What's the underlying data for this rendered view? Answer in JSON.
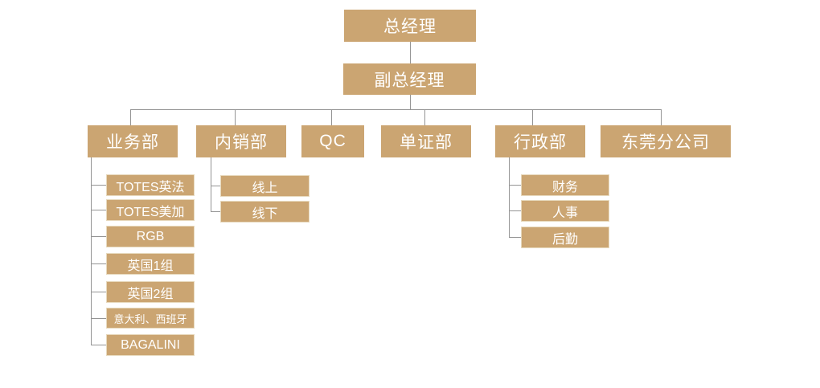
{
  "org_chart": {
    "type": "org-tree",
    "colors": {
      "node_fill": "#cba572",
      "node_text": "#ffffff",
      "connector": "#949494",
      "subnode_border": "#e7d9bd",
      "background": "#ffffff"
    },
    "root": {
      "label": "总经理"
    },
    "deputy": {
      "label": "副总经理"
    },
    "departments": [
      {
        "label": "业务部",
        "children": [
          "TOTES英法",
          "TOTES美加",
          "RGB",
          "英国1组",
          "英国2组",
          "意大利、西班牙",
          "BAGALINI"
        ]
      },
      {
        "label": "内销部",
        "children": [
          "线上",
          "线下"
        ]
      },
      {
        "label": "QC",
        "children": []
      },
      {
        "label": "单证部",
        "children": []
      },
      {
        "label": "行政部",
        "children": [
          "财务",
          "人事",
          "后勤"
        ]
      },
      {
        "label": "东莞分公司",
        "children": []
      }
    ]
  }
}
